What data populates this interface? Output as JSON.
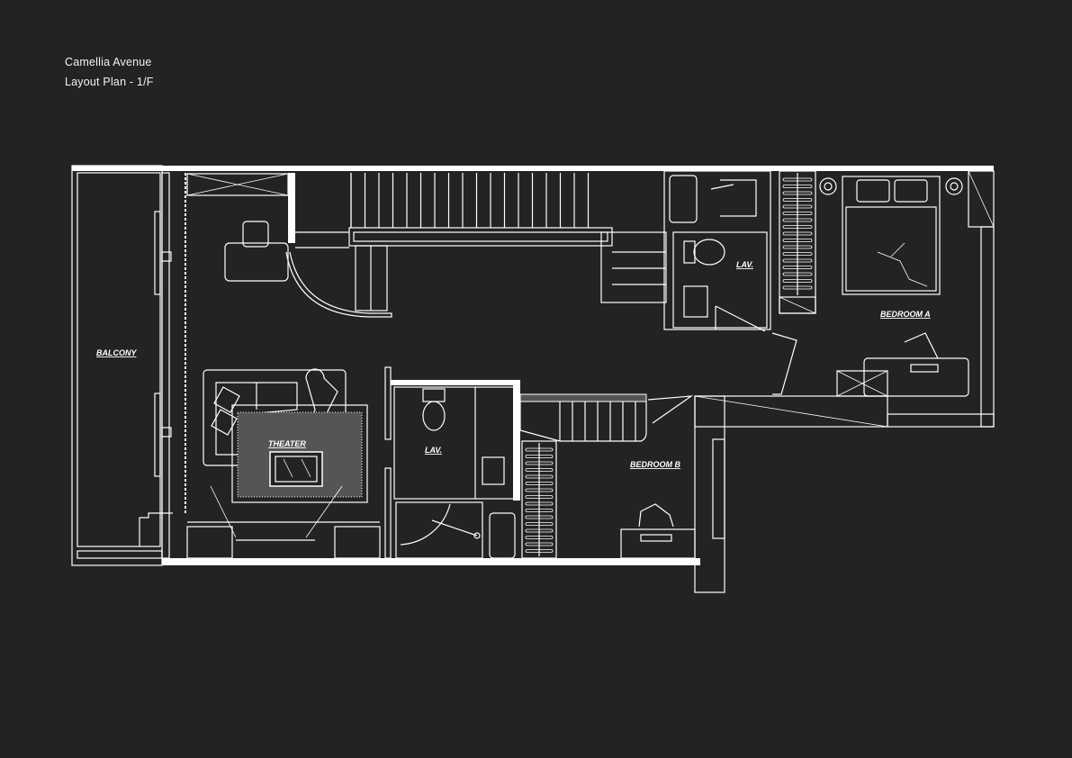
{
  "header": {
    "project": "Camellia Avenue",
    "subtitle": "Layout Plan - 1/F"
  },
  "rooms": {
    "balcony": "BALCONY",
    "theater": "THEATER",
    "lav_upper": "LAV.",
    "lav_lower": "LAV.",
    "bedroom_a": "BEDROOM A",
    "bedroom_b": "BEDROOM B"
  },
  "colors": {
    "background": "#222322",
    "lines": "#ffffff"
  }
}
